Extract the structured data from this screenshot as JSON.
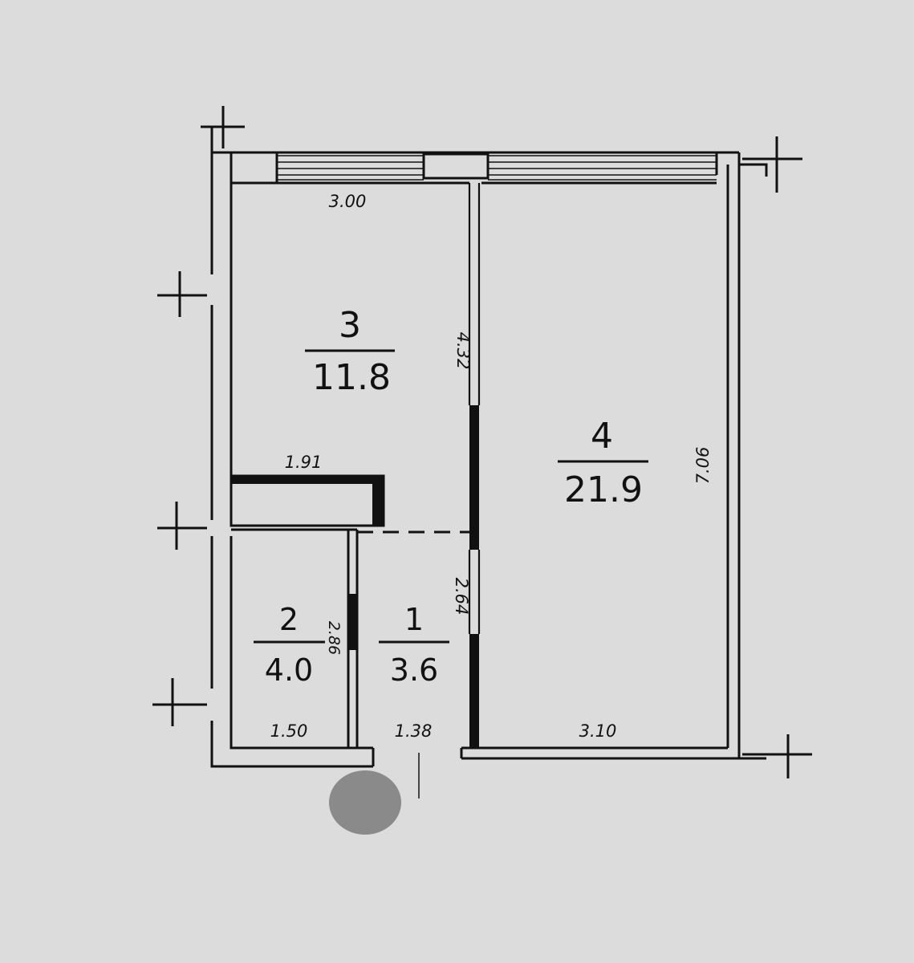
{
  "colors": {
    "paper": "#dcdcdc",
    "line": "#111111",
    "stamp": "#8a8a8a"
  },
  "rooms": [
    {
      "number": "3",
      "area": "11.8"
    },
    {
      "number": "4",
      "area": "21.9"
    },
    {
      "number": "2",
      "area": "4.0"
    },
    {
      "number": "1",
      "area": "3.6"
    }
  ],
  "dimensions": {
    "room3_width": "3.00",
    "room3_length": "4.32",
    "closet_width": "1.91",
    "room4_length": "7.06",
    "room4_width": "3.10",
    "room2_width": "1.50",
    "room2_length": "2.86",
    "room1_width": "1.38",
    "room1_length": "2.64"
  }
}
